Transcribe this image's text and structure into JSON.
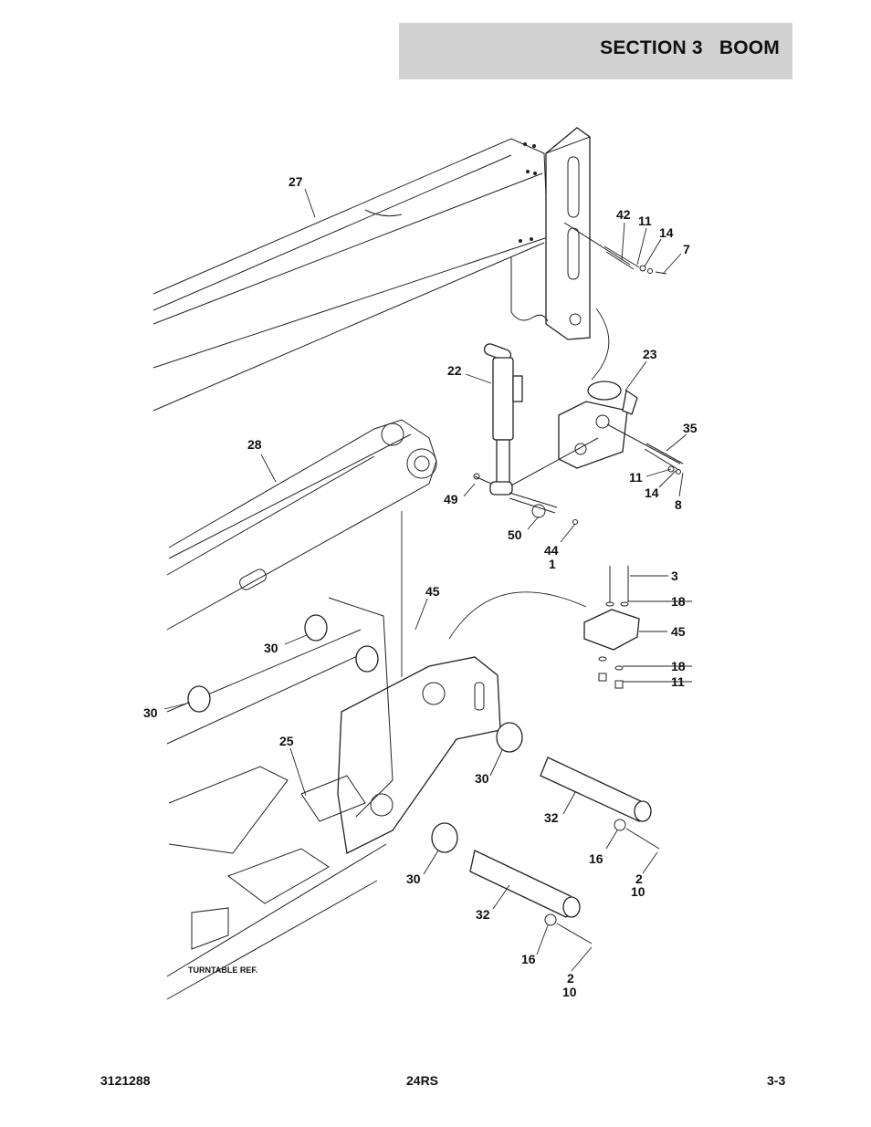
{
  "header": {
    "title": "SECTION 3   BOOM"
  },
  "diagram": {
    "turntable_ref": "TURNTABLE REF.",
    "callouts": [
      {
        "id": "c27",
        "text": "27"
      },
      {
        "id": "c42",
        "text": "42"
      },
      {
        "id": "c11a",
        "text": "11"
      },
      {
        "id": "c14a",
        "text": "14"
      },
      {
        "id": "c7",
        "text": "7"
      },
      {
        "id": "c23",
        "text": "23"
      },
      {
        "id": "c22",
        "text": "22"
      },
      {
        "id": "c35",
        "text": "35"
      },
      {
        "id": "c28",
        "text": "28"
      },
      {
        "id": "c11b",
        "text": "11"
      },
      {
        "id": "c14b",
        "text": "14"
      },
      {
        "id": "c8",
        "text": "8"
      },
      {
        "id": "c49",
        "text": "49"
      },
      {
        "id": "c50",
        "text": "50"
      },
      {
        "id": "c44",
        "text": "44"
      },
      {
        "id": "c1",
        "text": "1"
      },
      {
        "id": "c3",
        "text": "3"
      },
      {
        "id": "c18a",
        "text": "18"
      },
      {
        "id": "c45a",
        "text": "45"
      },
      {
        "id": "c45b",
        "text": "45"
      },
      {
        "id": "c18b",
        "text": "18"
      },
      {
        "id": "c11c",
        "text": "11"
      },
      {
        "id": "c30a",
        "text": "30"
      },
      {
        "id": "c30b",
        "text": "30"
      },
      {
        "id": "c25",
        "text": "25"
      },
      {
        "id": "c30c",
        "text": "30"
      },
      {
        "id": "c32a",
        "text": "32"
      },
      {
        "id": "c16a",
        "text": "16"
      },
      {
        "id": "c2a",
        "text": "2"
      },
      {
        "id": "c10a",
        "text": "10"
      },
      {
        "id": "c30d",
        "text": "30"
      },
      {
        "id": "c32b",
        "text": "32"
      },
      {
        "id": "c16b",
        "text": "16"
      },
      {
        "id": "c2b",
        "text": "2"
      },
      {
        "id": "c10b",
        "text": "10"
      }
    ]
  },
  "footer": {
    "left": "3121288",
    "center": "24RS",
    "right": "3-3"
  }
}
